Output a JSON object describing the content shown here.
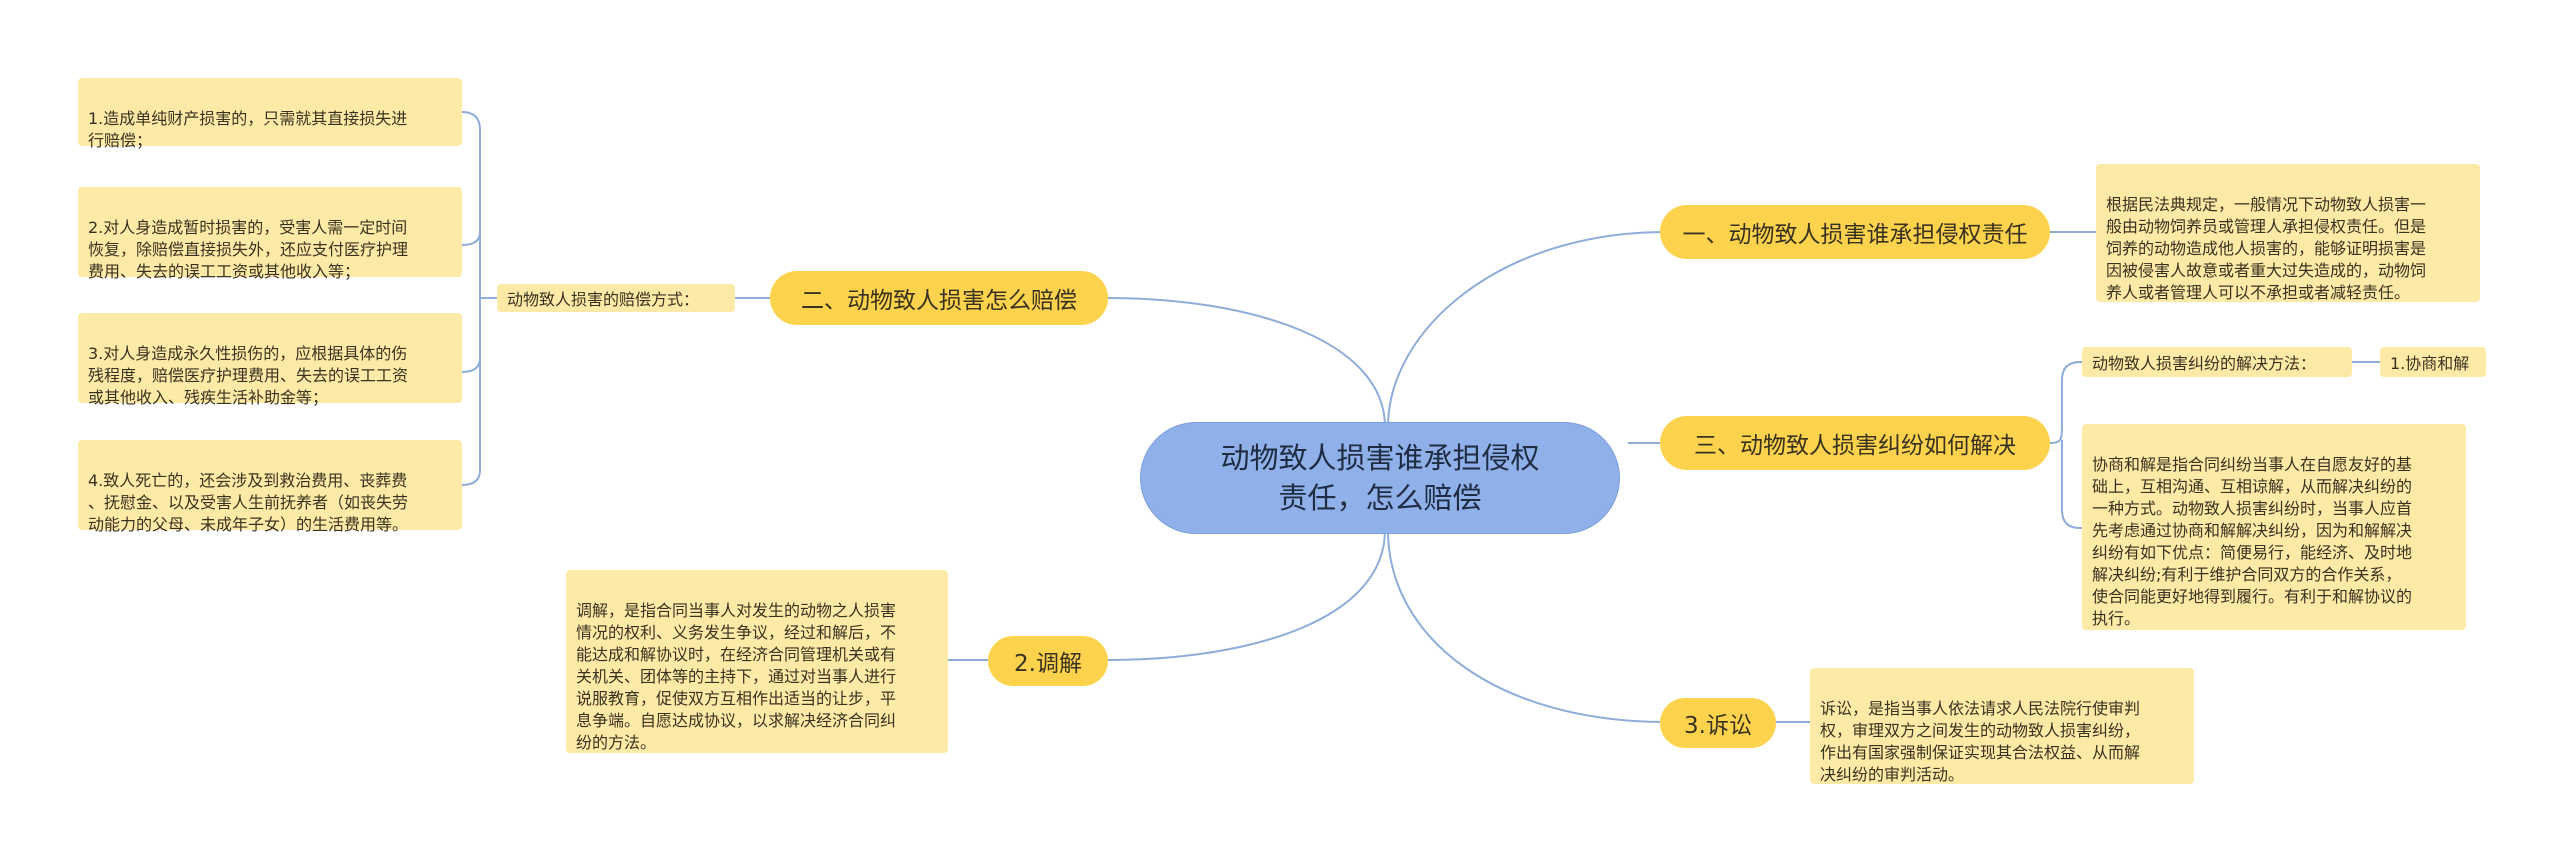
{
  "center": {
    "title": "动物致人损害谁承担侵权\n责任，怎么赔偿"
  },
  "branches": {
    "b1": "一、动物致人损害谁承担侵权责任",
    "b2": "二、动物致人损害怎么赔偿",
    "b3": "三、动物致人损害纠纷如何解决",
    "b4": "2.调解",
    "b5": "3.诉讼"
  },
  "labels": {
    "compensation_methods": "动物致人损害的赔偿方式：",
    "resolution_methods": "动物致人损害纠纷的解决方法：",
    "negotiation": "1.协商和解"
  },
  "leaves": {
    "l1": "1.造成单纯财产损害的，只需就其直接损失进\n行赔偿；",
    "l2": "2.对人身造成暂时损害的，受害人需一定时间\n恢复，除赔偿直接损失外，还应支付医疗护理\n费用、失去的误工工资或其他收入等；",
    "l3": "3.对人身造成永久性损伤的，应根据具体的伤\n残程度，赔偿医疗护理费用、失去的误工工资\n或其他收入、残疾生活补助金等；",
    "l4": "4.致人死亡的，还会涉及到救治费用、丧葬费\n、抚慰金、以及受害人生前抚养者（如丧失劳\n动能力的父母、未成年子女）的生活费用等。",
    "mediation": "调解，是指合同当事人对发生的动物之人损害\n情况的权利、义务发生争议，经过和解后，不\n能达成和解协议时，在经济合同管理机关或有\n关机关、团体等的主持下，通过对当事人进行\n说服教育，促使双方互相作出适当的让步，平\n息争端。自愿达成协议，以求解决经济合同纠\n纷的方法。",
    "liability": "根据民法典规定，一般情况下动物致人损害一\n般由动物饲养员或管理人承担侵权责任。但是\n饲养的动物造成他人损害的，能够证明损害是\n因被侵害人故意或者重大过失造成的，动物饲\n养人或者管理人可以不承担或者减轻责任。",
    "negotiation_detail": "协商和解是指合同纠纷当事人在自愿友好的基\n础上，互相沟通、互相谅解，从而解决纠纷的\n一种方式。动物致人损害纠纷时，当事人应首\n先考虑通过协商和解解决纠纷，因为和解解决\n纠纷有如下优点：简便易行，能经济、及时地\n解决纠纷;有利于维护合同双方的合作关系，\n使合同能更好地得到履行。有利于和解协议的\n执行。",
    "litigation": "诉讼，是指当事人依法请求人民法院行使审判\n权，审理双方之间发生的动物致人损害纠纷，\n作出有国家强制保证实现其合法权益、从而解\n决纠纷的审判活动。"
  },
  "colors": {
    "center_fill": "#8fb0e8",
    "branch_fill": "#fdd24d",
    "leaf_fill": "#fdeaa6",
    "connector": "#8eadd9"
  }
}
